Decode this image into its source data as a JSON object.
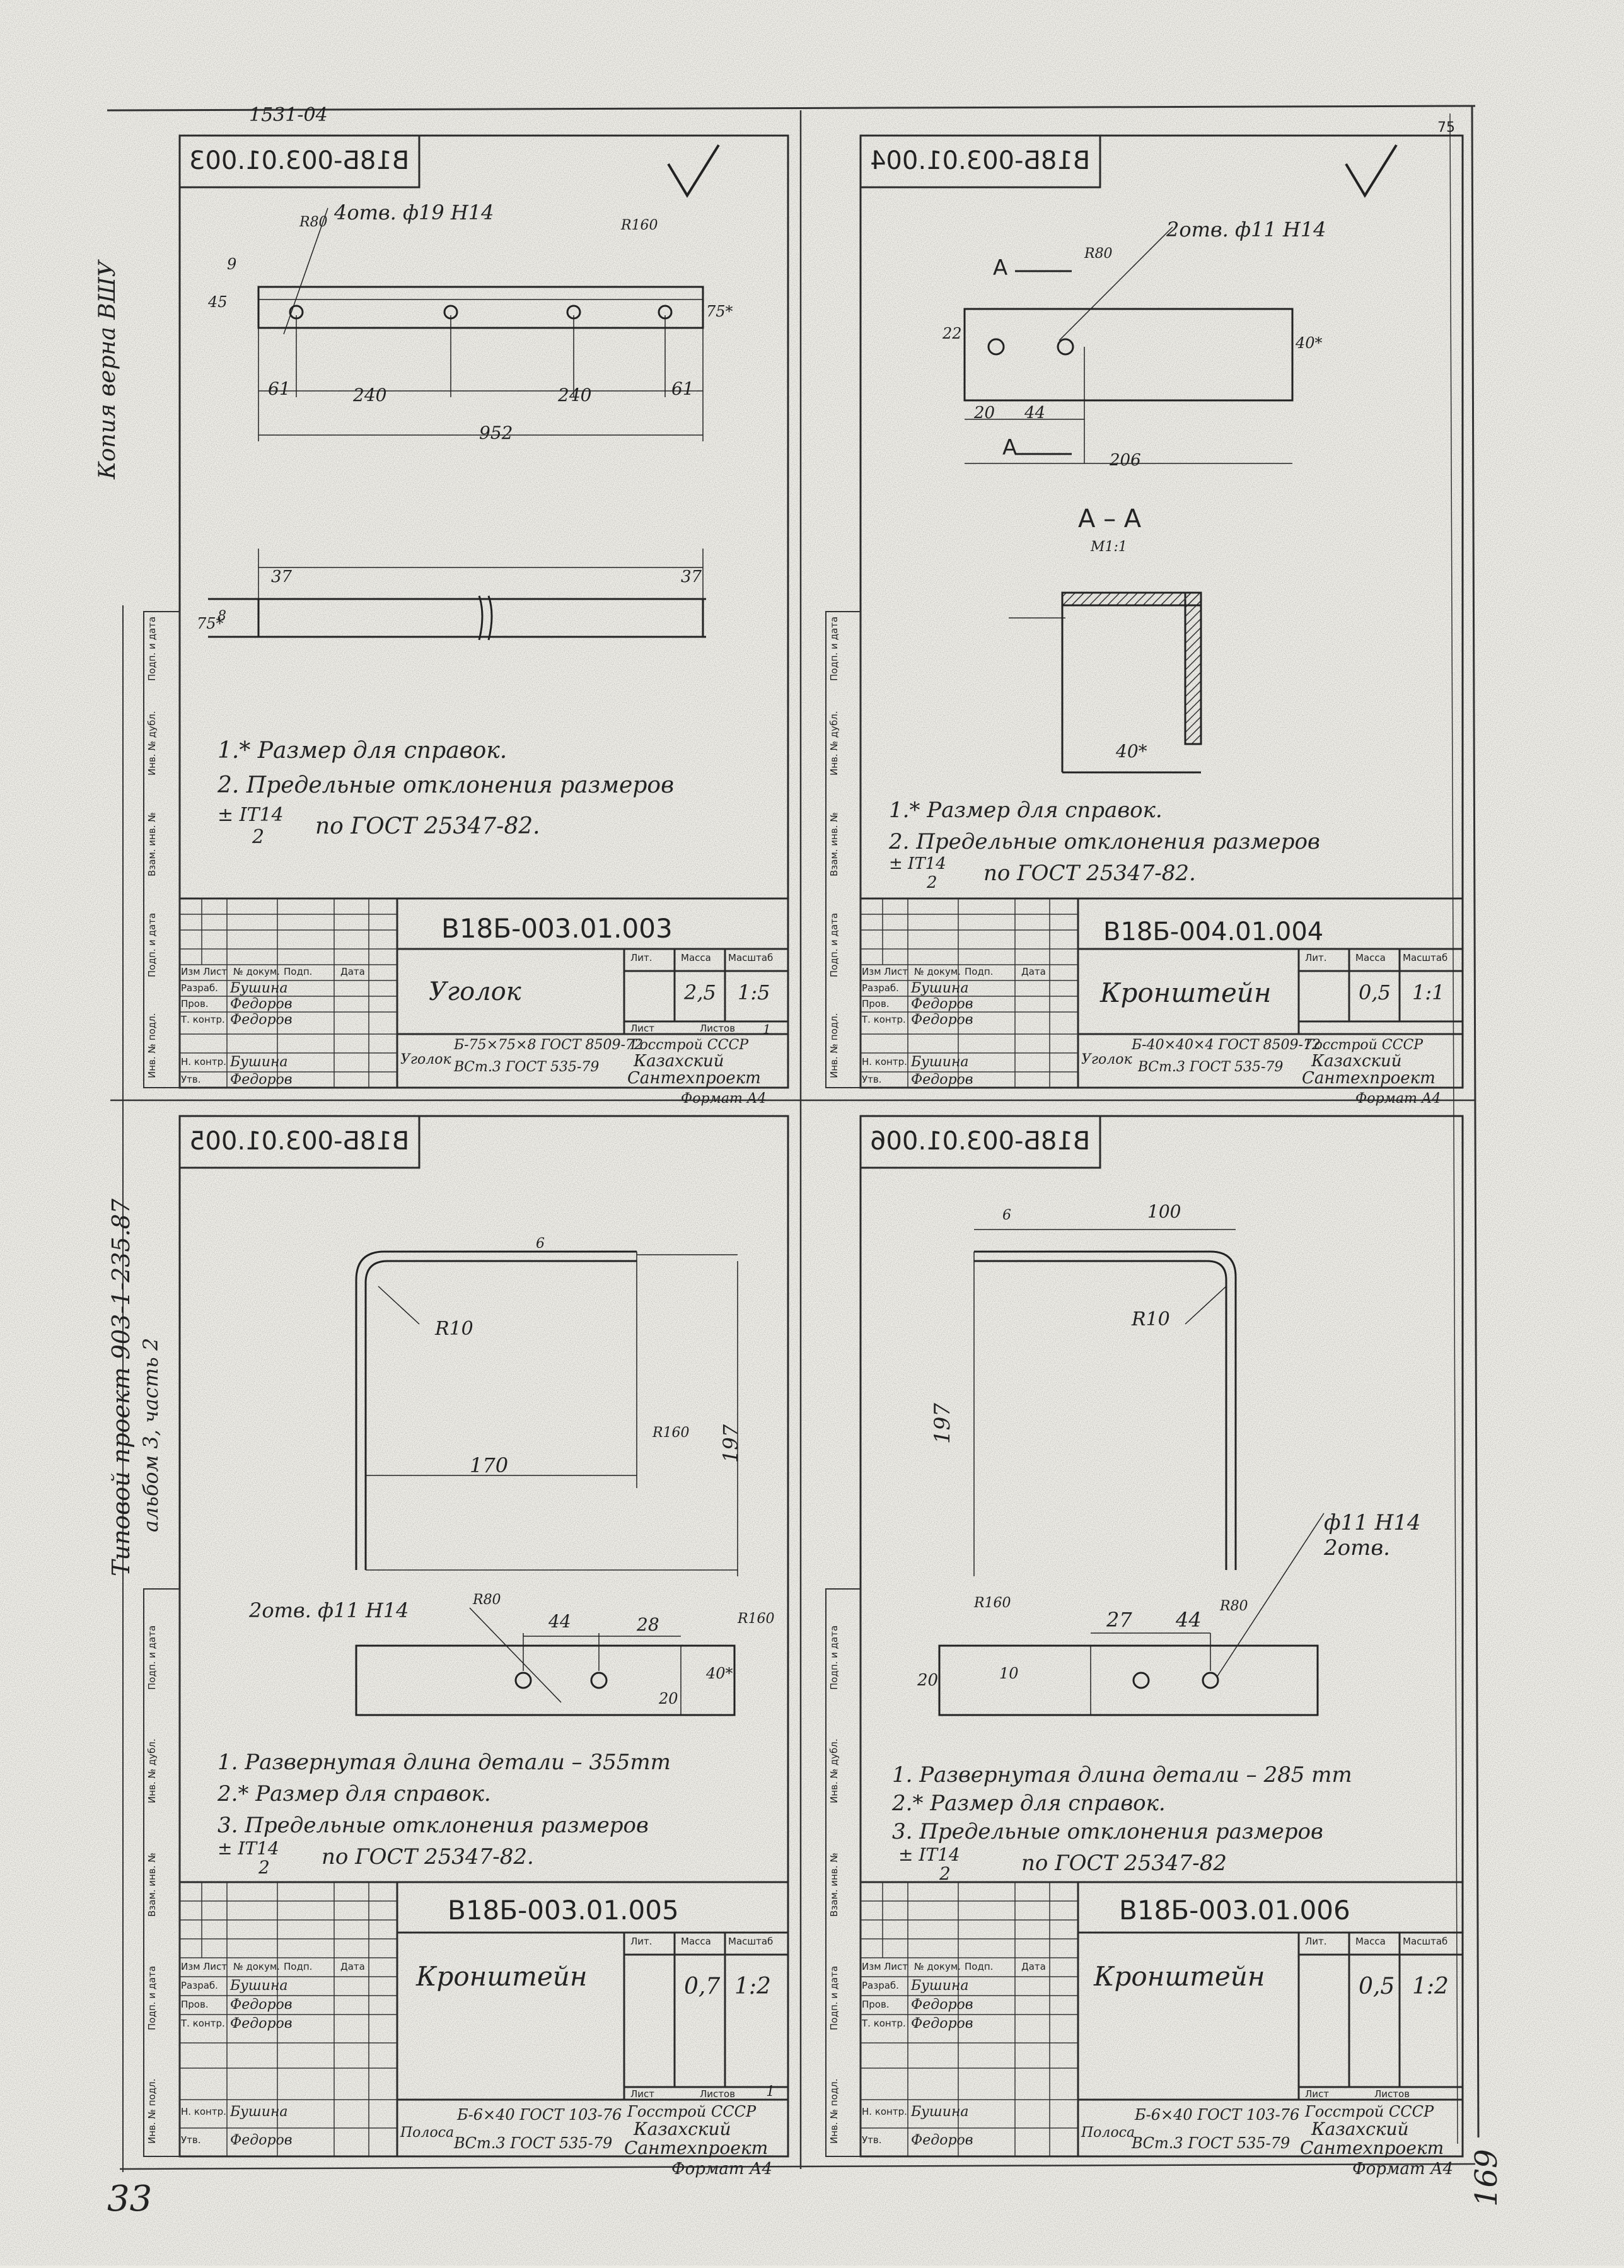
{
  "top_ref": "1531-04",
  "corner_mark": "75",
  "side_left_top": "Копия верна ВШУ",
  "side_project": "Типовой проект 903-1-235.87",
  "side_album": "альбом 3, часть 2",
  "page_number_left": "33",
  "page_number_right": "169",
  "stamp_cols": [
    "Инв. № подл.",
    "Подп. и дата",
    "Взам. инв. №",
    "Инв. № дубл.",
    "Подп. и дата"
  ],
  "tb_headers": {
    "izm": "Изм",
    "list": "Лист",
    "doc": "№ докум.",
    "podp": "Подп.",
    "data": "Дата",
    "lit": "Лит.",
    "massa": "Масса",
    "masshtab": "Масштаб",
    "list2": "Лист",
    "listov": "Листов"
  },
  "tb_roles": {
    "razrab": "Разраб.",
    "prov": "Пров.",
    "tkontr": "Т. контр.",
    "nkontr": "Н. контр.",
    "utv": "Утв."
  },
  "tb_people": {
    "bushina": "Бушина",
    "fedorov": "Федоров"
  },
  "org": {
    "l1": "Госстрой СССР",
    "l2": "Казахский",
    "l3": "Сантехпроект",
    "format": "Формат А4"
  },
  "sheets": [
    {
      "mirror_code": "В18Б-003.01.003",
      "code": "В18Б-003.01.003",
      "name": "Уголок",
      "mass": "2,5",
      "scale": "1:5",
      "list_n": "1",
      "mat_kind": "Уголок",
      "mat_l1": "Б-75×75×8 ГОСТ 8509-72",
      "mat_l2": "ВСт.3 ГОСТ 535-79",
      "dims": {
        "holes": "4отв. ф19 Н14",
        "r80": "R80",
        "r160": "R160",
        "d9": "9",
        "d45": "45",
        "d75": "75*",
        "d61a": "61",
        "d240a": "240",
        "d240b": "240",
        "d61b": "61",
        "d952": "952",
        "d37a": "37",
        "d37b": "37",
        "d75b": "75*",
        "d8": "8"
      },
      "notes": [
        "1.* Размер для справок.",
        "2. Предельные отклонения размеров",
        "± IT14",
        "2",
        "по ГОСТ 25347-82."
      ]
    },
    {
      "mirror_code": "В18Б-003.01.004",
      "code": "В18Б-004.01.004",
      "name": "Кронштейн",
      "mass": "0,5",
      "scale": "1:1",
      "list_n": "",
      "mat_kind": "Уголок",
      "mat_l1": "Б-40×40×4 ГОСТ 8509-72",
      "mat_l2": "ВСт.3 ГОСТ 535-79",
      "dims": {
        "holes": "2отв. ф11 Н14",
        "a": "А",
        "d22": "22",
        "d40": "40*",
        "d20": "20",
        "d44": "44",
        "d206": "206",
        "r80": "R80",
        "section": "А – А",
        "msc": "М1:1",
        "d40b": "40*"
      },
      "notes": [
        "1.* Размер для справок.",
        "2. Предельные отклонения размеров",
        "± IT14",
        "2",
        "по ГОСТ 25347-82."
      ]
    },
    {
      "mirror_code": "В18Б-003.01.005",
      "code": "В18Б-003.01.005",
      "name": "Кронштейн",
      "mass": "0,7",
      "scale": "1:2",
      "list_n": "1",
      "mat_kind": "Полоса",
      "mat_l1": "Б-6×40 ГОСТ 103-76",
      "mat_l2": "ВСт.3 ГОСТ 535-79",
      "dims": {
        "r10": "R10",
        "d170": "170",
        "d197": "197",
        "r160": "R160",
        "holes": "2отв. ф11 Н14",
        "r80": "R80",
        "d44": "44",
        "d28": "28",
        "d40": "40*",
        "d20": "20",
        "s6": "6"
      },
      "notes": [
        "1. Развернутая длина детали – 355mm",
        "2.* Размер для справок.",
        "3. Предельные отклонения размеров",
        "± IT14",
        "2",
        "по ГОСТ 25347-82."
      ]
    },
    {
      "mirror_code": "В18Б-003.01.006",
      "code": "В18Б-003.01.006",
      "name": "Кронштейн",
      "mass": "0,5",
      "scale": "1:2",
      "list_n": "",
      "mat_kind": "Полоса",
      "mat_l1": "Б-6×40 ГОСТ 103-76",
      "mat_l2": "ВСт.3 ГОСТ 535-79",
      "dims": {
        "d100": "100",
        "r10": "R10",
        "d197": "197",
        "holes_a": "ф11 Н14",
        "holes_b": "2отв.",
        "r160": "R160",
        "r80": "R80",
        "d27": "27",
        "d44": "44",
        "d20": "20",
        "d10": "10",
        "s6": "6"
      },
      "notes": [
        "1. Развернутая длина детали – 285 mm",
        "2.* Размер для справок.",
        "3. Предельные отклонения размеров",
        "± IT14",
        "2",
        "по ГОСТ 25347-82"
      ]
    }
  ]
}
